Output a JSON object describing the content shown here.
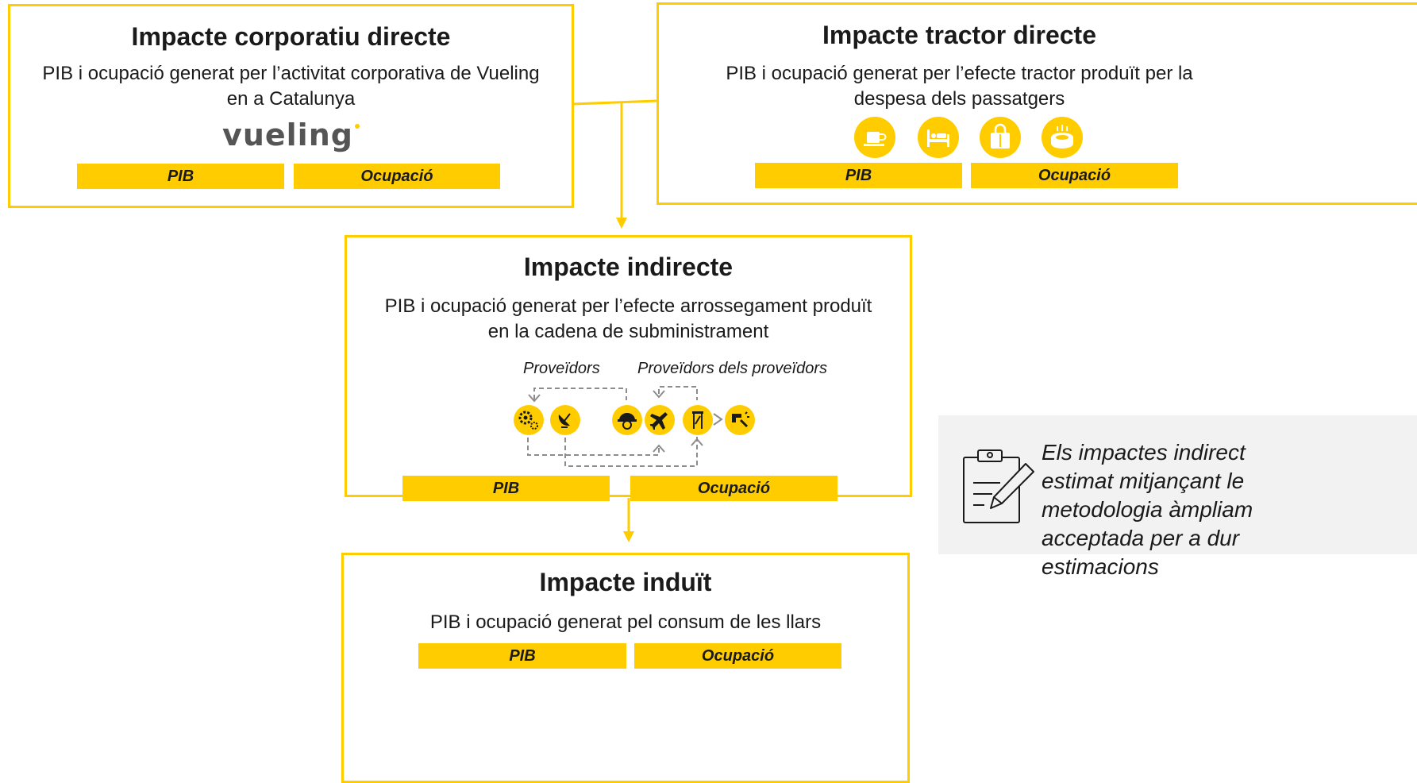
{
  "boxes": {
    "corporate": {
      "title": "Impacte corporatiu directe",
      "desc_line1": "PIB i ocupació generat per l’activitat corporativa de Vueling",
      "desc_line2": "en a Catalunya",
      "logo": "vueling",
      "bar_left": "PIB",
      "bar_right": "Ocupació"
    },
    "tractor": {
      "title": "Impacte tractor directe",
      "desc_line1": "PIB i ocupació generat per l’efecte tractor produït per la",
      "desc_line2": "despesa dels passatgers",
      "icons": [
        "coffee-cup-icon",
        "bed-icon",
        "shopping-bag-icon",
        "stadium-icon"
      ],
      "bar_left": "PIB",
      "bar_right": "Ocupació"
    },
    "indirect": {
      "title": "Impacte indirecte",
      "desc_line1": "PIB i ocupació generat per l’efecte arrossegament produït",
      "desc_line2": "en la cadena de subministrament",
      "label_suppliers": "Proveïdors",
      "label_suppliers_of_suppliers": "Proveïdors dels proveïdors",
      "icons": [
        "gears-icon",
        "satellite-dish-icon",
        "worker-helmet-icon",
        "airplane-icon",
        "tools-icon",
        "pipe-wrench-icon"
      ],
      "bar_left": "PIB",
      "bar_right": "Ocupació"
    },
    "induced": {
      "title": "Impacte induït",
      "desc_line1": "PIB i ocupació generat pel consum de les llars",
      "bar_left": "PIB",
      "bar_right": "Ocupació"
    }
  },
  "note": {
    "icon": "clipboard-pencil-icon",
    "lines": [
      "Els impactes indirect",
      "estimat mitjançant le",
      "metodologia àmpliam",
      "acceptada per a dur",
      "estimacions"
    ]
  },
  "colors": {
    "accent": "#FFCC00",
    "text": "#1a1a1a",
    "note_bg": "#f2f2f2",
    "dashed": "#8c8c8c"
  }
}
